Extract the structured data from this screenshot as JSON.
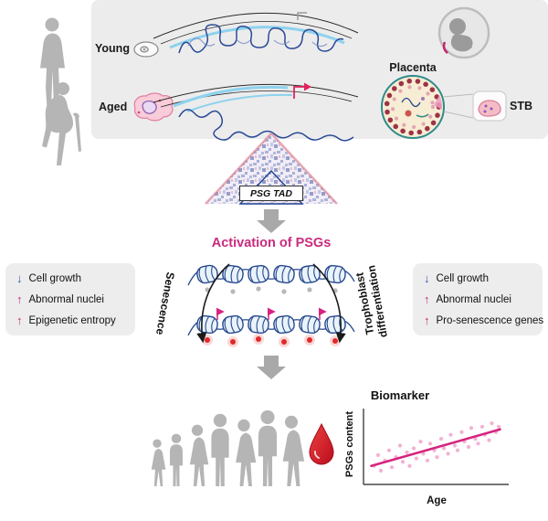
{
  "figure": {
    "top_panel": {
      "young_label": "Young",
      "aged_label": "Aged",
      "placenta_label": "Placenta",
      "stb_label": "STB",
      "tad_label": "PSG TAD"
    },
    "pathway": {
      "title": "Activation of PSGs",
      "left_branch": "Senescence",
      "right_branch": "Trophoblast differentiation",
      "left_box": {
        "items": [
          {
            "arrow": "↓",
            "trend": "down",
            "label": "Cell growth"
          },
          {
            "arrow": "↑",
            "trend": "up",
            "label": "Abnormal nuclei"
          },
          {
            "arrow": "↑",
            "trend": "up",
            "label": "Epigenetic entropy"
          }
        ]
      },
      "right_box": {
        "items": [
          {
            "arrow": "↓",
            "trend": "down",
            "label": "Cell growth"
          },
          {
            "arrow": "↑",
            "trend": "up",
            "label": "Abnormal nuclei"
          },
          {
            "arrow": "↑",
            "trend": "up",
            "label": "Pro-senescence genes"
          }
        ]
      }
    },
    "biomarker": {
      "title": "Biomarker",
      "xlabel": "Age",
      "ylabel": "PSGs content"
    }
  },
  "icons": {
    "normal-cell-icon": "small gray ellipse cell",
    "senescent-cell-icon": "irregular pink blob cell",
    "young-chromatin-icon": "compact blue chromatin loops under arcs",
    "aged-chromatin-icon": "loose blue chromatin with red promoter arrow",
    "fetus-icon": "gray fetus in circle",
    "placenta-icon": "scalloped teal circle",
    "stb-cell-icon": "pink multinucleated cell",
    "hic-triangle-heatmap": "blue speckled Hi-C triangle",
    "down-arrow": "gray block arrow",
    "blood-drop-icon": "red drop",
    "population-silhouettes": "gray human figures of mixed ages"
  },
  "colors": {
    "panel_gray": "#ececec",
    "magenta": "#ca2b7e",
    "blue_down": "#3458a8",
    "chromatin_blue": "#27498f",
    "silhouette_gray": "#b5b5b5",
    "arrow_gray": "#a9a9a9",
    "blood_red": "#c41425"
  },
  "chart_data": {
    "type": "scatter",
    "title": "Biomarker",
    "xlabel": "Age",
    "ylabel": "PSGs content",
    "x_range": [
      0,
      100
    ],
    "y_range": [
      0,
      100
    ],
    "points": [
      [
        5,
        22
      ],
      [
        8,
        38
      ],
      [
        10,
        15
      ],
      [
        13,
        30
      ],
      [
        16,
        45
      ],
      [
        18,
        20
      ],
      [
        21,
        35
      ],
      [
        24,
        52
      ],
      [
        26,
        28
      ],
      [
        29,
        42
      ],
      [
        31,
        22
      ],
      [
        34,
        48
      ],
      [
        36,
        33
      ],
      [
        39,
        58
      ],
      [
        41,
        40
      ],
      [
        44,
        30
      ],
      [
        46,
        55
      ],
      [
        49,
        45
      ],
      [
        51,
        35
      ],
      [
        54,
        62
      ],
      [
        56,
        48
      ],
      [
        59,
        40
      ],
      [
        61,
        68
      ],
      [
        64,
        52
      ],
      [
        66,
        45
      ],
      [
        69,
        72
      ],
      [
        71,
        58
      ],
      [
        74,
        50
      ],
      [
        76,
        78
      ],
      [
        79,
        62
      ],
      [
        81,
        55
      ],
      [
        84,
        80
      ],
      [
        86,
        68
      ],
      [
        89,
        60
      ],
      [
        91,
        85
      ],
      [
        94,
        72
      ],
      [
        96,
        80
      ]
    ],
    "trend_line": {
      "x": [
        3,
        97
      ],
      "y": [
        22,
        76
      ]
    },
    "point_color": "#f0a3cb",
    "line_color": "#d6247f",
    "grid": false,
    "legend": "none"
  }
}
